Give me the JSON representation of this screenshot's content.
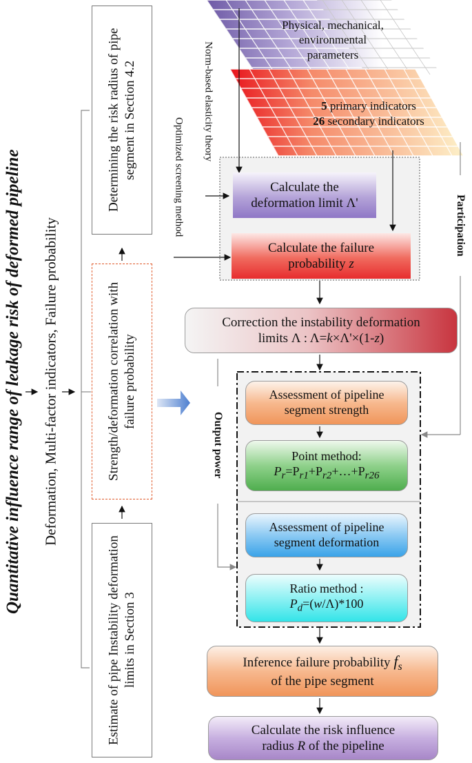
{
  "title": "Quantitative influence range of leakage risk of deformed pipeline",
  "left_labels": {
    "outputs": "Deformation, Multi-factor indicators, Failure probability",
    "risk_radius": "Determining the risk radius of pipe segment in Section 4.2",
    "correlation": "Strength/deformation correlation with failure probability",
    "instability": "Estimate of pipe Instability deformation limits in Section 3"
  },
  "side_labels": {
    "norm_elasticity": "Norm-based elasticity theory",
    "screening": "Optimized screening method",
    "participation": "Participation",
    "output_power": "Output power"
  },
  "grid1": {
    "line1": "Physical, mechanical,",
    "line2": "environmental",
    "line3": "parameters"
  },
  "grid2": {
    "primary_count": "5",
    "primary_text": " primary indicators",
    "secondary_count": "26",
    "secondary_text": " secondary indicators"
  },
  "steps": {
    "deformation_limit": {
      "line1": "Calculate the",
      "line2": "deformation limit Λ'"
    },
    "failure_probability": {
      "line1": "Calculate the failure",
      "line2_pre": "probability ",
      "line2_var": "z"
    },
    "correction": {
      "line1": "Correction the instability deformation",
      "line2_pre": "limits Λ : Λ=",
      "line2_k": "k",
      "line2_mid": "×Λ'×(1-",
      "line2_z": "z",
      "line2_end": ")"
    },
    "strength": "Assessment of pipeline\nsegment strength",
    "point_method": {
      "line1": "Point method:",
      "f1": "P",
      "f1s": "r",
      "f2": "=P",
      "f2s": "r1",
      "f3": "+P",
      "f3s": "r2",
      "f4": "+…+P",
      "f4s": "r26"
    },
    "deformation": "Assessment of pipeline\nsegment deformation",
    "ratio_method": {
      "line1": "Ratio method :",
      "f1": "P",
      "f1s": "d",
      "f2": "=(",
      "f3": "w",
      "f4": "/Λ)*100"
    },
    "inference": {
      "line1_pre": "Inference failure probability ",
      "line1_var": "f",
      "line1_sub": "s",
      "line2": "of the pipe segment"
    },
    "risk_radius": {
      "line1": "Calculate the risk influence",
      "line2_pre": "radius ",
      "line2_var": "R",
      "line2_end": " of the pipeline"
    }
  },
  "colors": {
    "purple": "#9b86c9",
    "red": "#e8323a",
    "orange": "#f0955a",
    "green": "#4fae4e",
    "blue": "#3aa3e8",
    "cyan": "#33e4e8",
    "dark_red": "#c8353f",
    "lavender": "#a887c8"
  }
}
